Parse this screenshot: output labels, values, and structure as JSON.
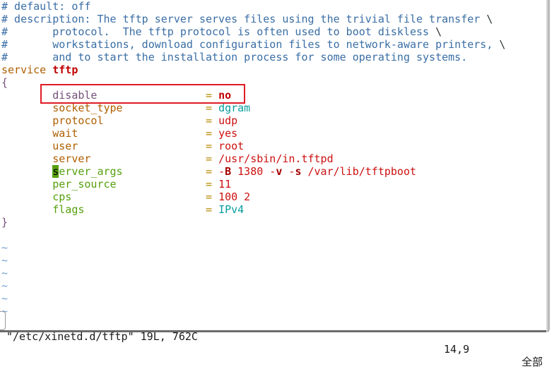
{
  "colors": {
    "terminal_bg": "#ffffff",
    "comment": "#3a6ea5",
    "keyword": "#af5f00",
    "equals": "#b58900",
    "value_red": "#cc1111",
    "value_bold_red": "#c00000",
    "flag_letter": "#a40000",
    "teal": "#089ea0",
    "purple": "#75507b",
    "green": "#56a00e",
    "cursor_text": "#000000",
    "tilde": "#729fcf",
    "escape": "#2e3436",
    "status_text": "#1c1c1c",
    "annotation_box": "#e01b24",
    "border_right": "#b9b9b9",
    "border_bottom": "#6b6b6b"
  },
  "editor": {
    "lines": [
      {
        "segments": [
          {
            "t": "# default: off",
            "c": "comment"
          }
        ]
      },
      {
        "segments": [
          {
            "t": "# description: The tftp server serves files using the trivial file transfer ",
            "c": "comment"
          },
          {
            "t": "\\",
            "c": "esc"
          }
        ]
      },
      {
        "segments": [
          {
            "t": "#       protocol.  The tftp protocol is often used to boot diskless ",
            "c": "comment"
          },
          {
            "t": "\\",
            "c": "esc"
          }
        ]
      },
      {
        "segments": [
          {
            "t": "#       workstations, download configuration files to network-aware printers, ",
            "c": "comment"
          },
          {
            "t": "\\",
            "c": "esc"
          }
        ]
      },
      {
        "segments": [
          {
            "t": "#       and to start the installation process for some operating systems.",
            "c": "comment"
          }
        ]
      },
      {
        "segments": [
          {
            "t": "service",
            "c": "kw"
          },
          {
            "t": " ",
            "c": "plain"
          },
          {
            "t": "tftp",
            "c": "boldred"
          }
        ]
      },
      {
        "segments": [
          {
            "t": "{",
            "c": "purple"
          }
        ]
      },
      {
        "segments": [
          {
            "t": "        ",
            "c": "plain"
          },
          {
            "t": "disable",
            "c": "purple"
          },
          {
            "t": "                 ",
            "c": "plain"
          },
          {
            "t": "= ",
            "c": "eq"
          },
          {
            "t": "no",
            "c": "boldred"
          }
        ]
      },
      {
        "segments": [
          {
            "t": "        ",
            "c": "plain"
          },
          {
            "t": "socket_type",
            "c": "kw"
          },
          {
            "t": "             ",
            "c": "plain"
          },
          {
            "t": "= ",
            "c": "eq"
          },
          {
            "t": "dgram",
            "c": "teal"
          }
        ]
      },
      {
        "segments": [
          {
            "t": "        ",
            "c": "plain"
          },
          {
            "t": "protocol",
            "c": "kw"
          },
          {
            "t": "                ",
            "c": "plain"
          },
          {
            "t": "= ",
            "c": "eq"
          },
          {
            "t": "udp",
            "c": "red"
          }
        ]
      },
      {
        "segments": [
          {
            "t": "        ",
            "c": "plain"
          },
          {
            "t": "wait",
            "c": "kw"
          },
          {
            "t": "                    ",
            "c": "plain"
          },
          {
            "t": "= ",
            "c": "eq"
          },
          {
            "t": "yes",
            "c": "red"
          }
        ]
      },
      {
        "segments": [
          {
            "t": "        ",
            "c": "plain"
          },
          {
            "t": "user",
            "c": "kw"
          },
          {
            "t": "                    ",
            "c": "plain"
          },
          {
            "t": "= ",
            "c": "eq"
          },
          {
            "t": "root",
            "c": "red"
          }
        ]
      },
      {
        "segments": [
          {
            "t": "        ",
            "c": "plain"
          },
          {
            "t": "server",
            "c": "kw"
          },
          {
            "t": "                  ",
            "c": "plain"
          },
          {
            "t": "= ",
            "c": "eq"
          },
          {
            "t": "/usr/sbin/in.tftpd",
            "c": "red"
          }
        ]
      },
      {
        "segments": [
          {
            "t": "        ",
            "c": "plain"
          },
          {
            "t": "s",
            "c": "cursor"
          },
          {
            "t": "erver_args",
            "c": "green"
          },
          {
            "t": "             ",
            "c": "plain"
          },
          {
            "t": "= ",
            "c": "eq"
          },
          {
            "t": "-",
            "c": "red"
          },
          {
            "t": "B",
            "c": "flag"
          },
          {
            "t": " 1380 -",
            "c": "red"
          },
          {
            "t": "v",
            "c": "flag"
          },
          {
            "t": " -",
            "c": "red"
          },
          {
            "t": "s",
            "c": "flag"
          },
          {
            "t": " /var/lib/tftpboot",
            "c": "red"
          }
        ]
      },
      {
        "segments": [
          {
            "t": "        ",
            "c": "plain"
          },
          {
            "t": "per_source",
            "c": "green"
          },
          {
            "t": "              ",
            "c": "plain"
          },
          {
            "t": "= ",
            "c": "eq"
          },
          {
            "t": "11",
            "c": "red"
          }
        ]
      },
      {
        "segments": [
          {
            "t": "        ",
            "c": "plain"
          },
          {
            "t": "cps",
            "c": "green"
          },
          {
            "t": "                     ",
            "c": "plain"
          },
          {
            "t": "= ",
            "c": "eq"
          },
          {
            "t": "100 2",
            "c": "red"
          }
        ]
      },
      {
        "segments": [
          {
            "t": "        ",
            "c": "plain"
          },
          {
            "t": "flags",
            "c": "green"
          },
          {
            "t": "                   ",
            "c": "plain"
          },
          {
            "t": "= ",
            "c": "eq"
          },
          {
            "t": "IPv4",
            "c": "teal"
          }
        ]
      },
      {
        "segments": [
          {
            "t": "}",
            "c": "purple"
          }
        ]
      },
      {
        "segments": []
      }
    ],
    "tildes": [
      "~",
      "~",
      "~",
      "~",
      "~",
      "~"
    ]
  },
  "status": {
    "file_info": "\"/etc/xinetd.d/tftp\" 19L, 762C",
    "cursor_pos": "14,9",
    "scroll_indicator": "全部"
  }
}
